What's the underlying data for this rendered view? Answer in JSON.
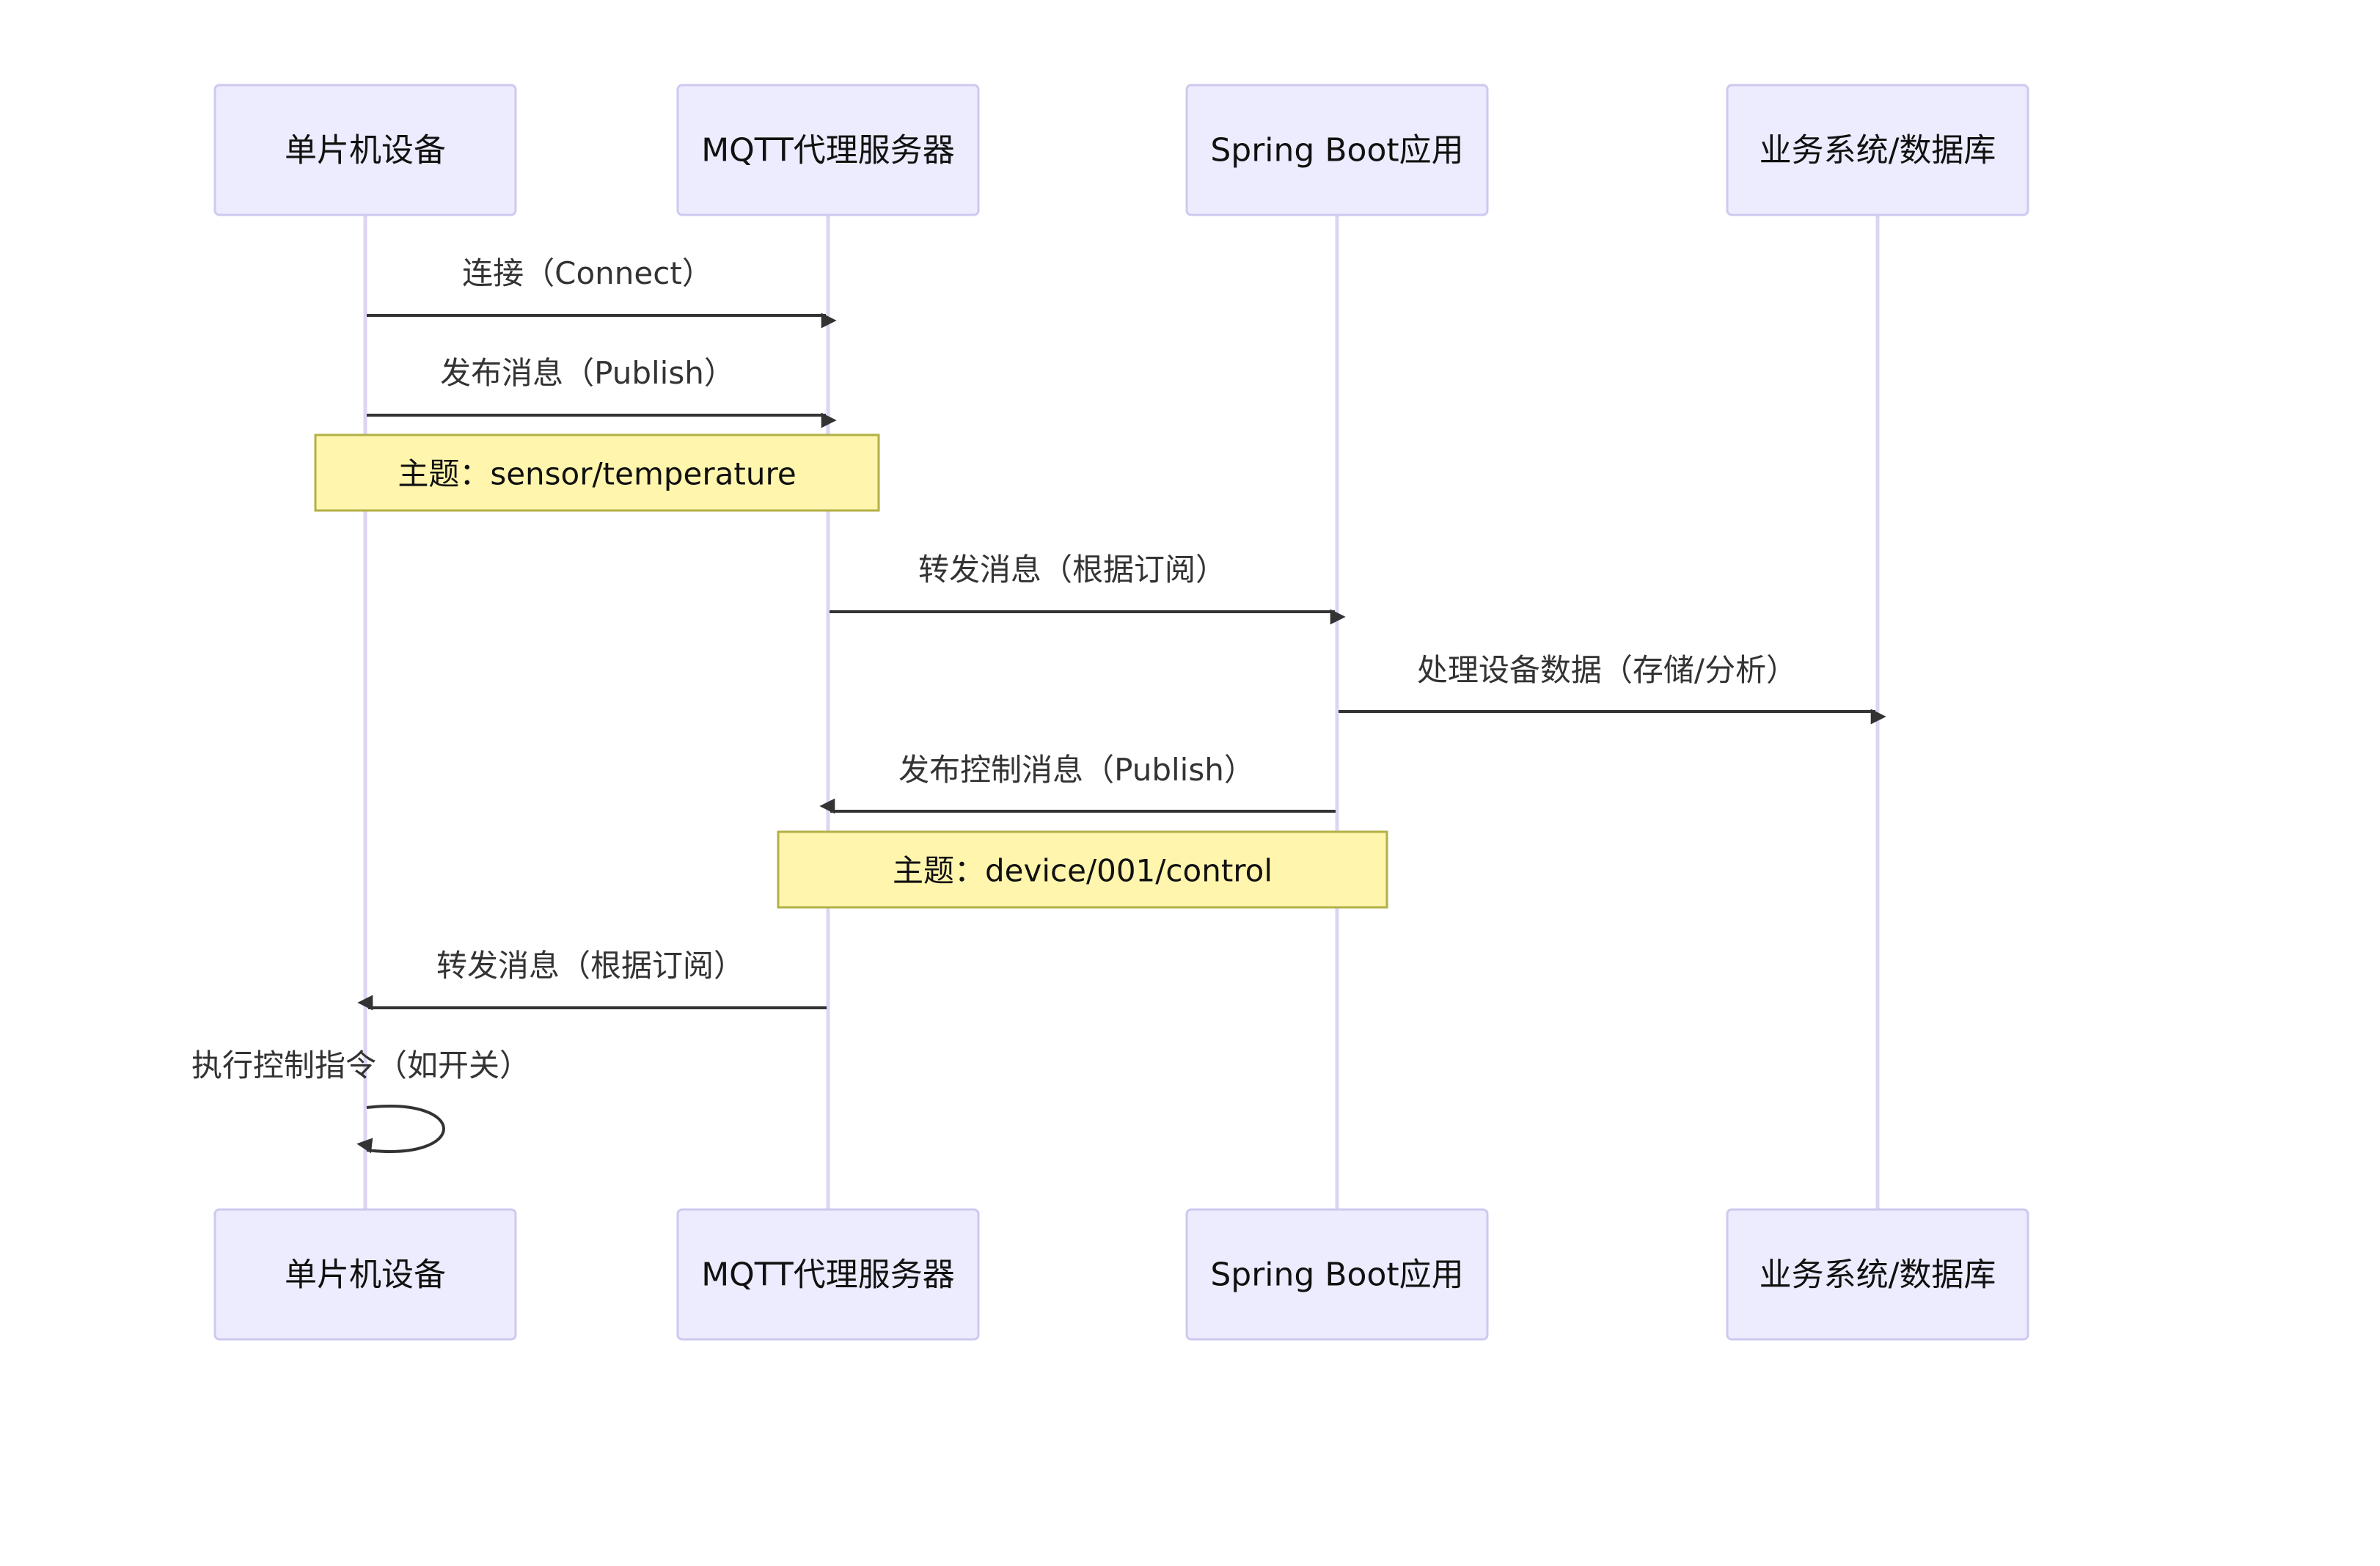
{
  "participants": [
    {
      "id": "mcu",
      "label": "单片机设备"
    },
    {
      "id": "broker",
      "label": "MQTT代理服务器"
    },
    {
      "id": "spring",
      "label": "Spring Boot应用"
    },
    {
      "id": "biz",
      "label": "业务系统/数据库"
    }
  ],
  "messages": [
    {
      "from": "mcu",
      "to": "broker",
      "label": "连接（Connect）"
    },
    {
      "from": "mcu",
      "to": "broker",
      "label": "发布消息（Publish）"
    },
    {
      "from": "broker",
      "to": "spring",
      "label": "转发消息（根据订阅）"
    },
    {
      "from": "spring",
      "to": "biz",
      "label": "处理设备数据（存储/分析）"
    },
    {
      "from": "spring",
      "to": "broker",
      "label": "发布控制消息（Publish）"
    },
    {
      "from": "broker",
      "to": "mcu",
      "label": "转发消息（根据订阅）"
    },
    {
      "from": "mcu",
      "to": "mcu",
      "label": "执行控制指令（如开关）"
    }
  ],
  "notes": [
    {
      "over": [
        "mcu",
        "broker"
      ],
      "label": "主题：sensor/temperature"
    },
    {
      "over": [
        "broker",
        "spring"
      ],
      "label": "主题：device/001/control"
    }
  ],
  "colors": {
    "actor_fill": "#ececfe",
    "actor_border": "#cdc9f0",
    "lifeline": "#ddd4f4",
    "note_fill": "#fff5ad",
    "note_border": "#b3b047",
    "arrow": "#333333"
  }
}
